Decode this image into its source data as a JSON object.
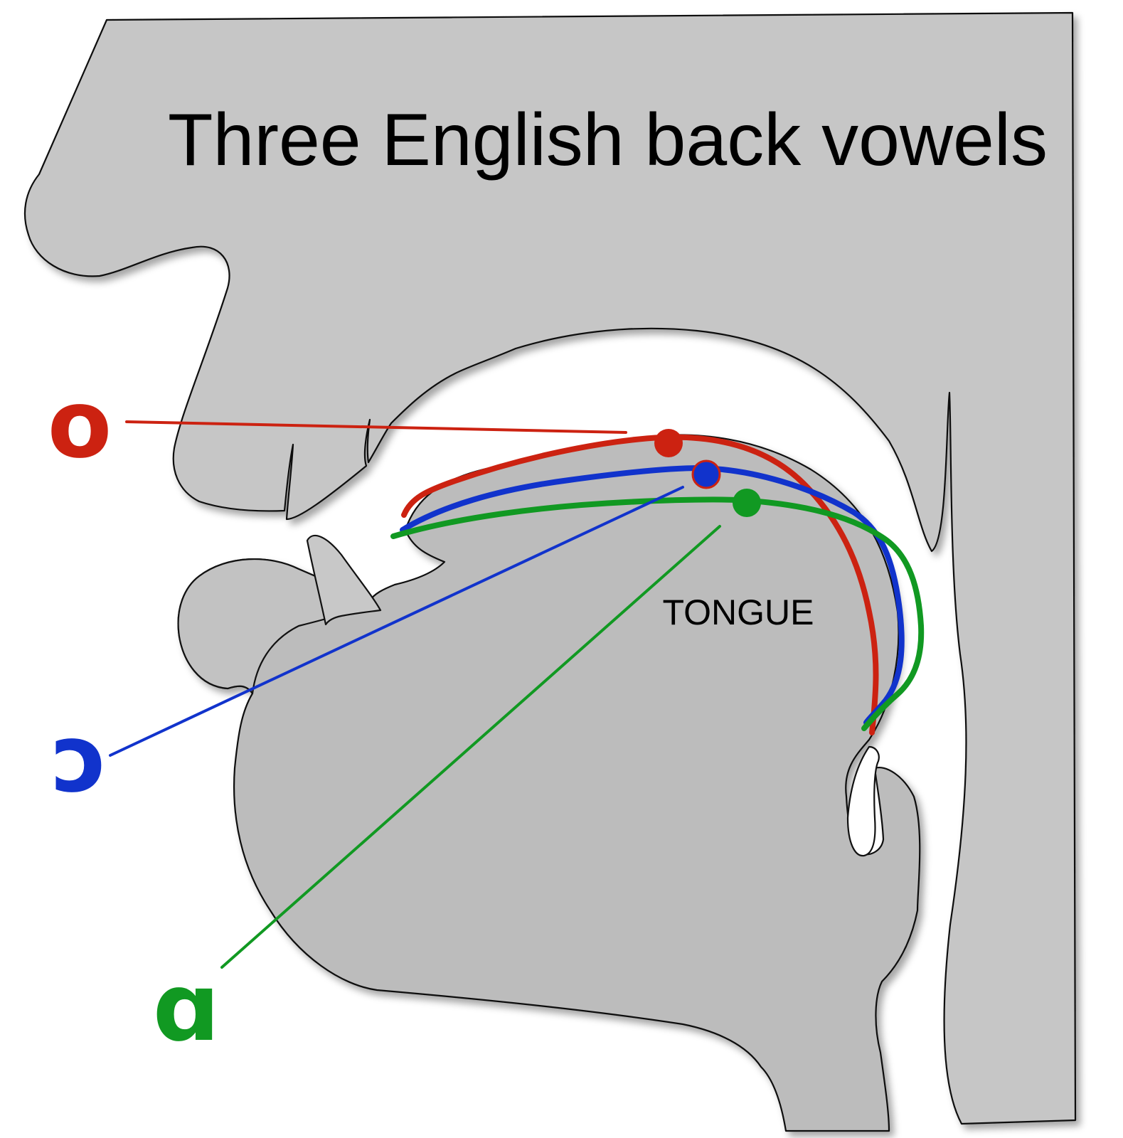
{
  "title": "Three English back vowels",
  "tongue_label": "TONGUE",
  "vowels": [
    {
      "id": "o",
      "symbol": "o",
      "color": "#cc2211"
    },
    {
      "id": "open-o",
      "symbol": "ɔ",
      "color": "#1133cc"
    },
    {
      "id": "script-a",
      "symbol": "ɑ",
      "color": "#119922"
    }
  ],
  "colors": {
    "head_fill": "#c6c6c6",
    "tongue_fill": "#bcbcbc",
    "outline": "#111111",
    "background": "#ffffff"
  }
}
